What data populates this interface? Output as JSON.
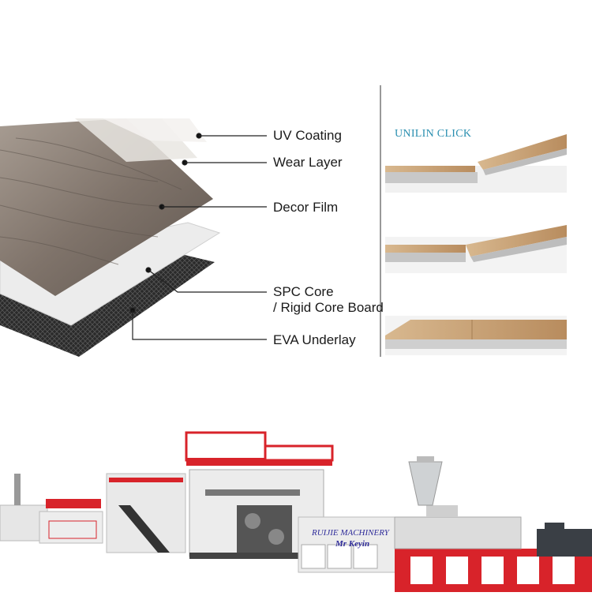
{
  "layers": [
    {
      "label": "UV Coating"
    },
    {
      "label": "Wear Layer"
    },
    {
      "label": "Decor Film"
    },
    {
      "label": "SPC Core"
    },
    {
      "label": "/ Rigid Core Board"
    },
    {
      "label": "EVA Underlay"
    }
  ],
  "click_panel": {
    "title": "UNILIN CLICK"
  },
  "machine": {
    "brand": "RUIJIE MACHINERY",
    "contact": "Mr Keyin"
  },
  "colors": {
    "machine_red": "#d8232a",
    "wood_light": "#c9a37a",
    "wood_gray": "#8d8178",
    "underlay": "#2a2a2a"
  }
}
